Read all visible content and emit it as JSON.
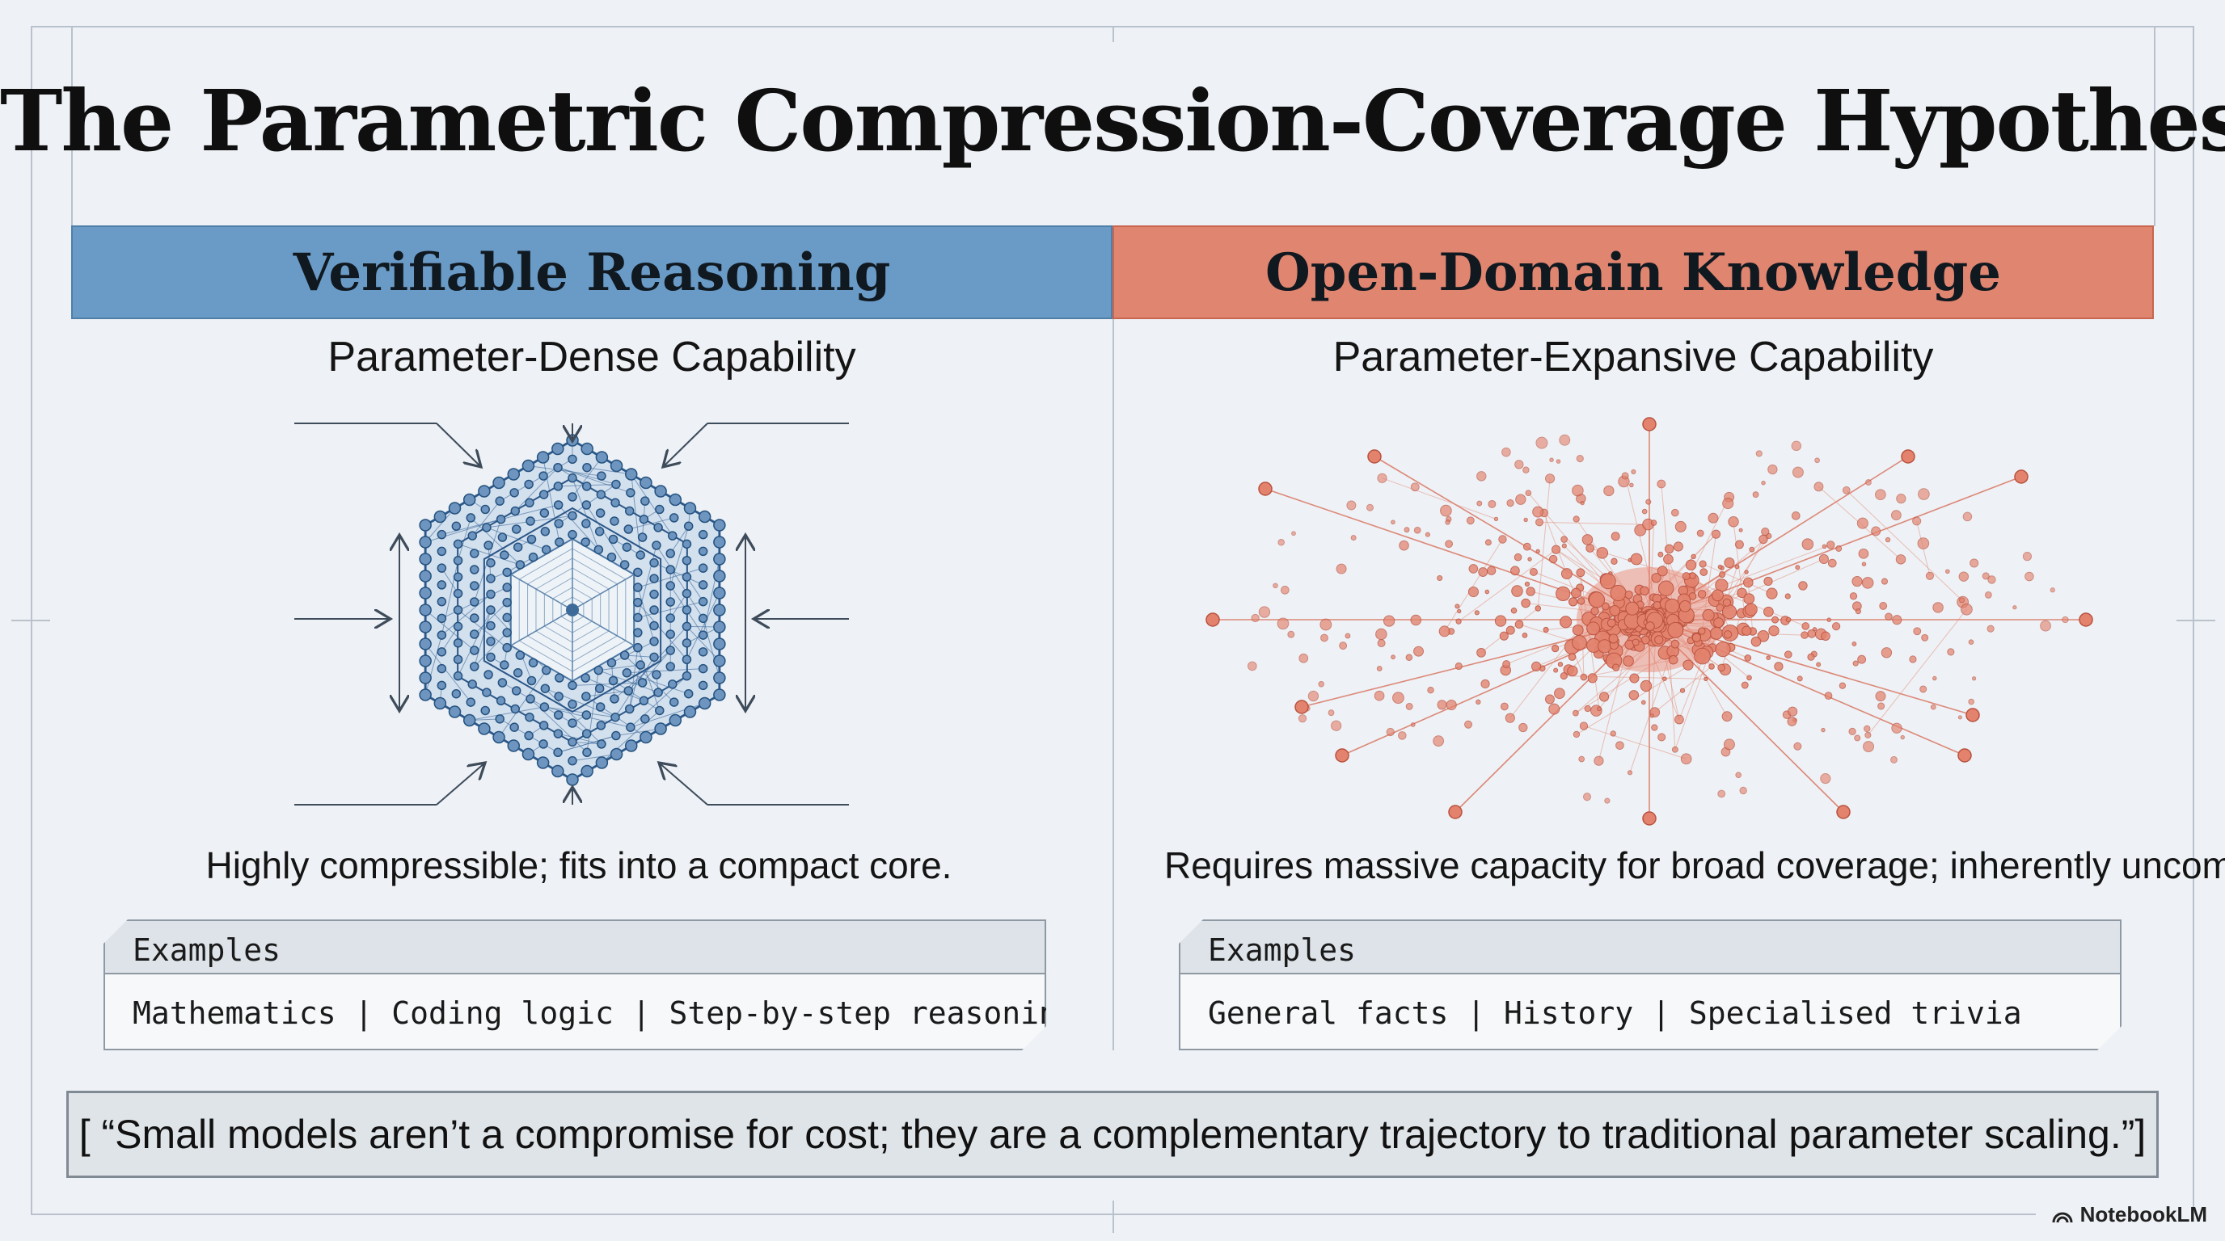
{
  "title": "The Parametric Compression-Coverage Hypothesis",
  "left": {
    "header": "Verifiable Reasoning",
    "subtitle": "Parameter-Dense Capability",
    "caption": "Highly compressible; fits into a compact core.",
    "examples_label": "Examples",
    "examples": "Mathematics | Coding logic | Step-by-step reasoning",
    "illustration_icon": "dense-hexagon-network-icon"
  },
  "right": {
    "header": "Open-Domain Knowledge",
    "subtitle": "Parameter-Expansive Capability",
    "caption": "Requires massive capacity for broad coverage; inherently uncompressible.",
    "examples_label": "Examples",
    "examples": "General facts | History | Specialised trivia",
    "illustration_icon": "sprawling-network-icon"
  },
  "quote": "[ “Small models aren’t a compromise for cost; they are a complementary trajectory to traditional parameter scaling.”]",
  "brand": "NotebookLM",
  "colors": {
    "blue": "#6a9bc6",
    "coral": "#df8570",
    "background": "#eef1f5"
  }
}
